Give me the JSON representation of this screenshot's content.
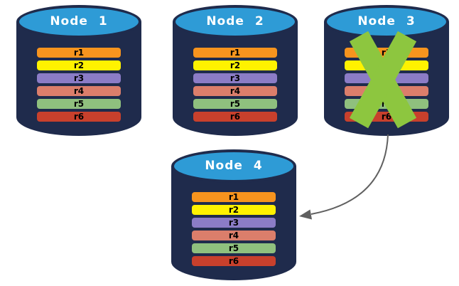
{
  "diagram": {
    "description": "Four database nodes each replicating rows r1-r6; Node 3 is failed (crossed out) and its data is redirected to Node 4",
    "node_style": {
      "body_color": "#1F2B4C",
      "top_color": "#2E9BD6",
      "top_border_color": "#1F2B4C",
      "label_color": "#ffffff"
    },
    "failure_x_color": "#8DC63F",
    "arrow_color": "#606060",
    "nodes": [
      {
        "label": "Node 1",
        "failed": false,
        "rows": [
          {
            "label": "r1",
            "color": "#F7941E"
          },
          {
            "label": "r2",
            "color": "#FFF200"
          },
          {
            "label": "r3",
            "color": "#8B7CC6"
          },
          {
            "label": "r4",
            "color": "#DB7E6B"
          },
          {
            "label": "r5",
            "color": "#8FC07E"
          },
          {
            "label": "r6",
            "color": "#C8402C"
          }
        ]
      },
      {
        "label": "Node 2",
        "failed": false,
        "rows": [
          {
            "label": "r1",
            "color": "#F7941E"
          },
          {
            "label": "r2",
            "color": "#FFF200"
          },
          {
            "label": "r3",
            "color": "#8B7CC6"
          },
          {
            "label": "r4",
            "color": "#DB7E6B"
          },
          {
            "label": "r5",
            "color": "#8FC07E"
          },
          {
            "label": "r6",
            "color": "#C8402C"
          }
        ]
      },
      {
        "label": "Node 3",
        "failed": true,
        "rows": [
          {
            "label": "r1",
            "color": "#F7941E"
          },
          {
            "label": "r2",
            "color": "#FFF200"
          },
          {
            "label": "r3",
            "color": "#8B7CC6"
          },
          {
            "label": "r4",
            "color": "#DB7E6B"
          },
          {
            "label": "r5",
            "color": "#8FC07E"
          },
          {
            "label": "r6",
            "color": "#C8402C"
          }
        ]
      },
      {
        "label": "Node 4",
        "failed": false,
        "rows": [
          {
            "label": "r1",
            "color": "#F7941E"
          },
          {
            "label": "r2",
            "color": "#FFF200"
          },
          {
            "label": "r3",
            "color": "#8B7CC6"
          },
          {
            "label": "r4",
            "color": "#DB7E6B"
          },
          {
            "label": "r5",
            "color": "#8FC07E"
          },
          {
            "label": "r6",
            "color": "#C8402C"
          }
        ]
      }
    ]
  }
}
